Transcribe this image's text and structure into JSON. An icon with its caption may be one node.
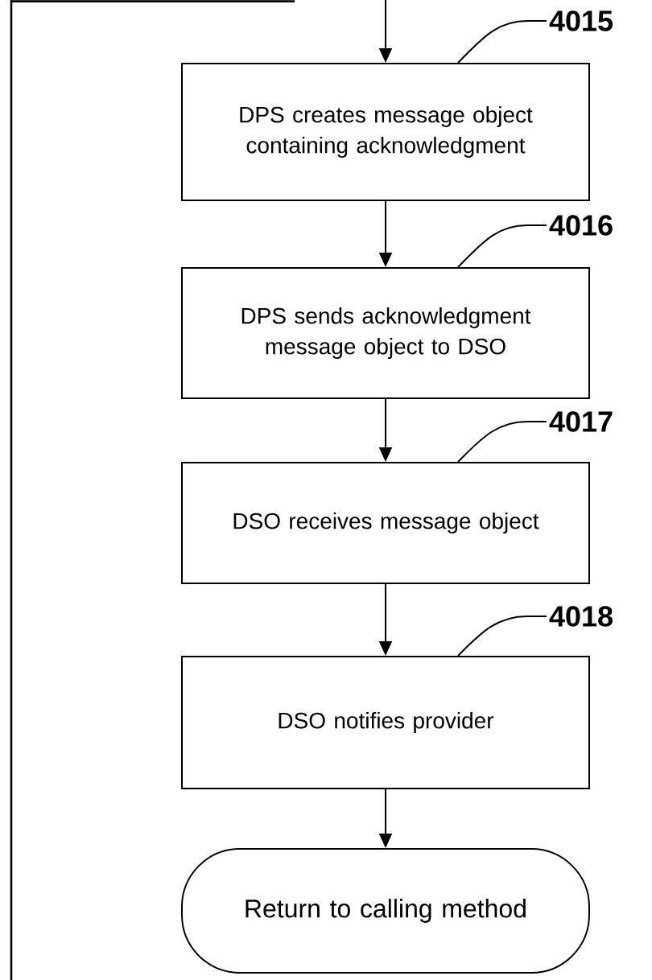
{
  "diagram": {
    "nodes": [
      {
        "text": [
          "DPS creates message object containing acknowledgment"
        ]
      },
      {
        "text": [
          "DPS sends acknowledgment message object to DSO"
        ]
      },
      {
        "text": [
          "DSO receives message object"
        ]
      },
      {
        "text": [
          "DSO notifies provider"
        ]
      },
      {
        "text": [
          "Return to calling method"
        ]
      },
      {
        "text": [
          "4015"
        ]
      },
      {
        "text": [
          "4016"
        ]
      },
      {
        "text": [
          "4017"
        ]
      },
      {
        "text": [
          "4018"
        ]
      }
    ],
    "edges": [
      {
        "from": null,
        "to": 0,
        "arrow": "to"
      },
      {
        "from": 0,
        "to": 1,
        "arrow": "to"
      },
      {
        "from": 1,
        "to": 2,
        "arrow": "to"
      },
      {
        "from": 2,
        "to": 3,
        "arrow": "to"
      },
      {
        "from": 3,
        "to": 4,
        "arrow": "to"
      },
      {
        "from": 5,
        "to": 0,
        "arrow": "none"
      },
      {
        "from": 6,
        "to": 1,
        "arrow": "none"
      },
      {
        "from": 7,
        "to": 2,
        "arrow": "none"
      },
      {
        "from": 8,
        "to": 3,
        "arrow": "none"
      }
    ]
  }
}
